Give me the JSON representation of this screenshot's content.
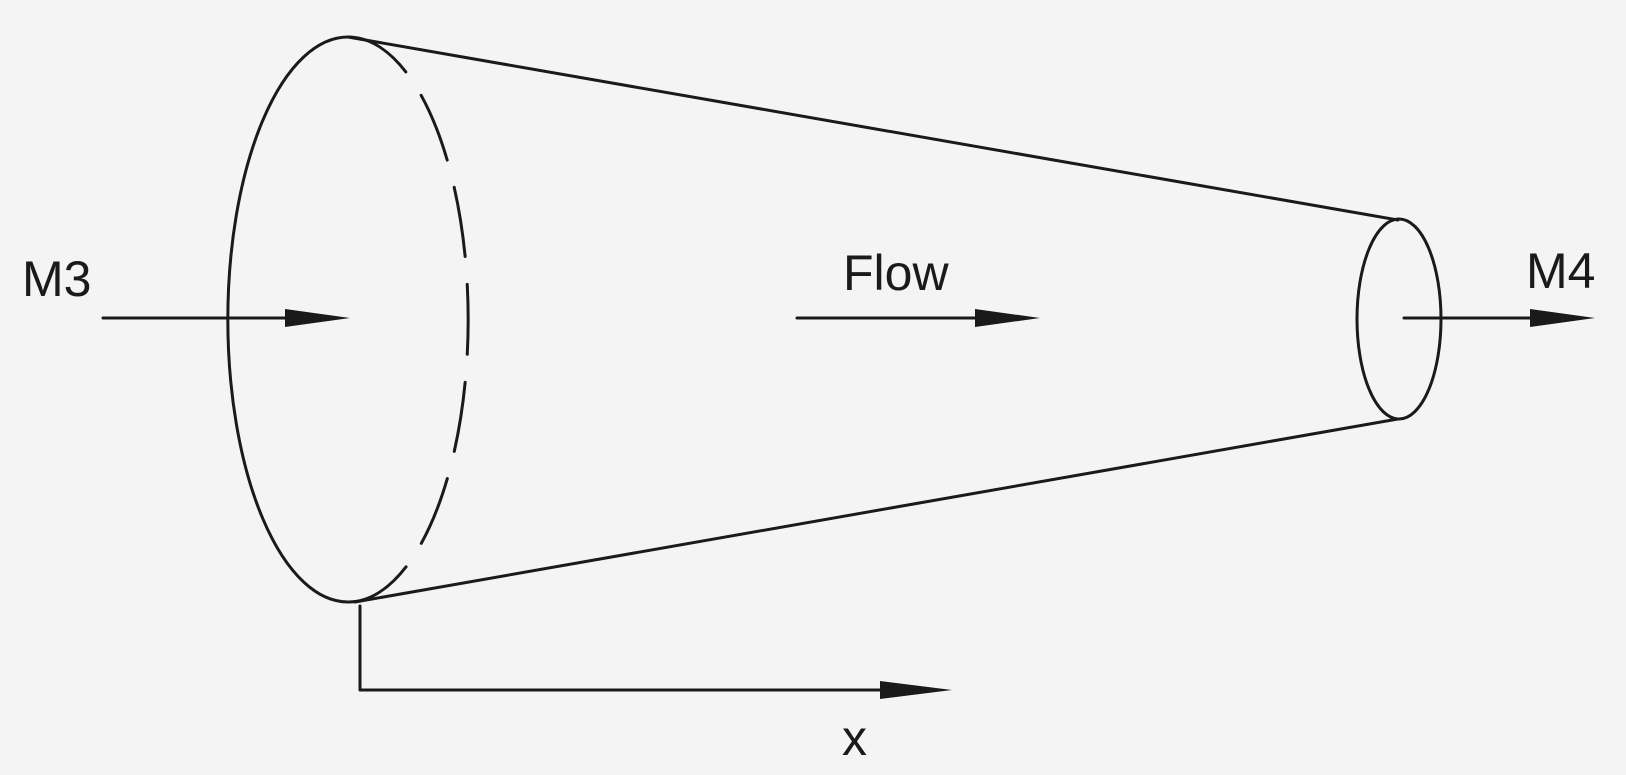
{
  "labels": {
    "inlet_mach": "M3",
    "outlet_mach": "M4",
    "flow": "Flow",
    "axis": "x"
  }
}
